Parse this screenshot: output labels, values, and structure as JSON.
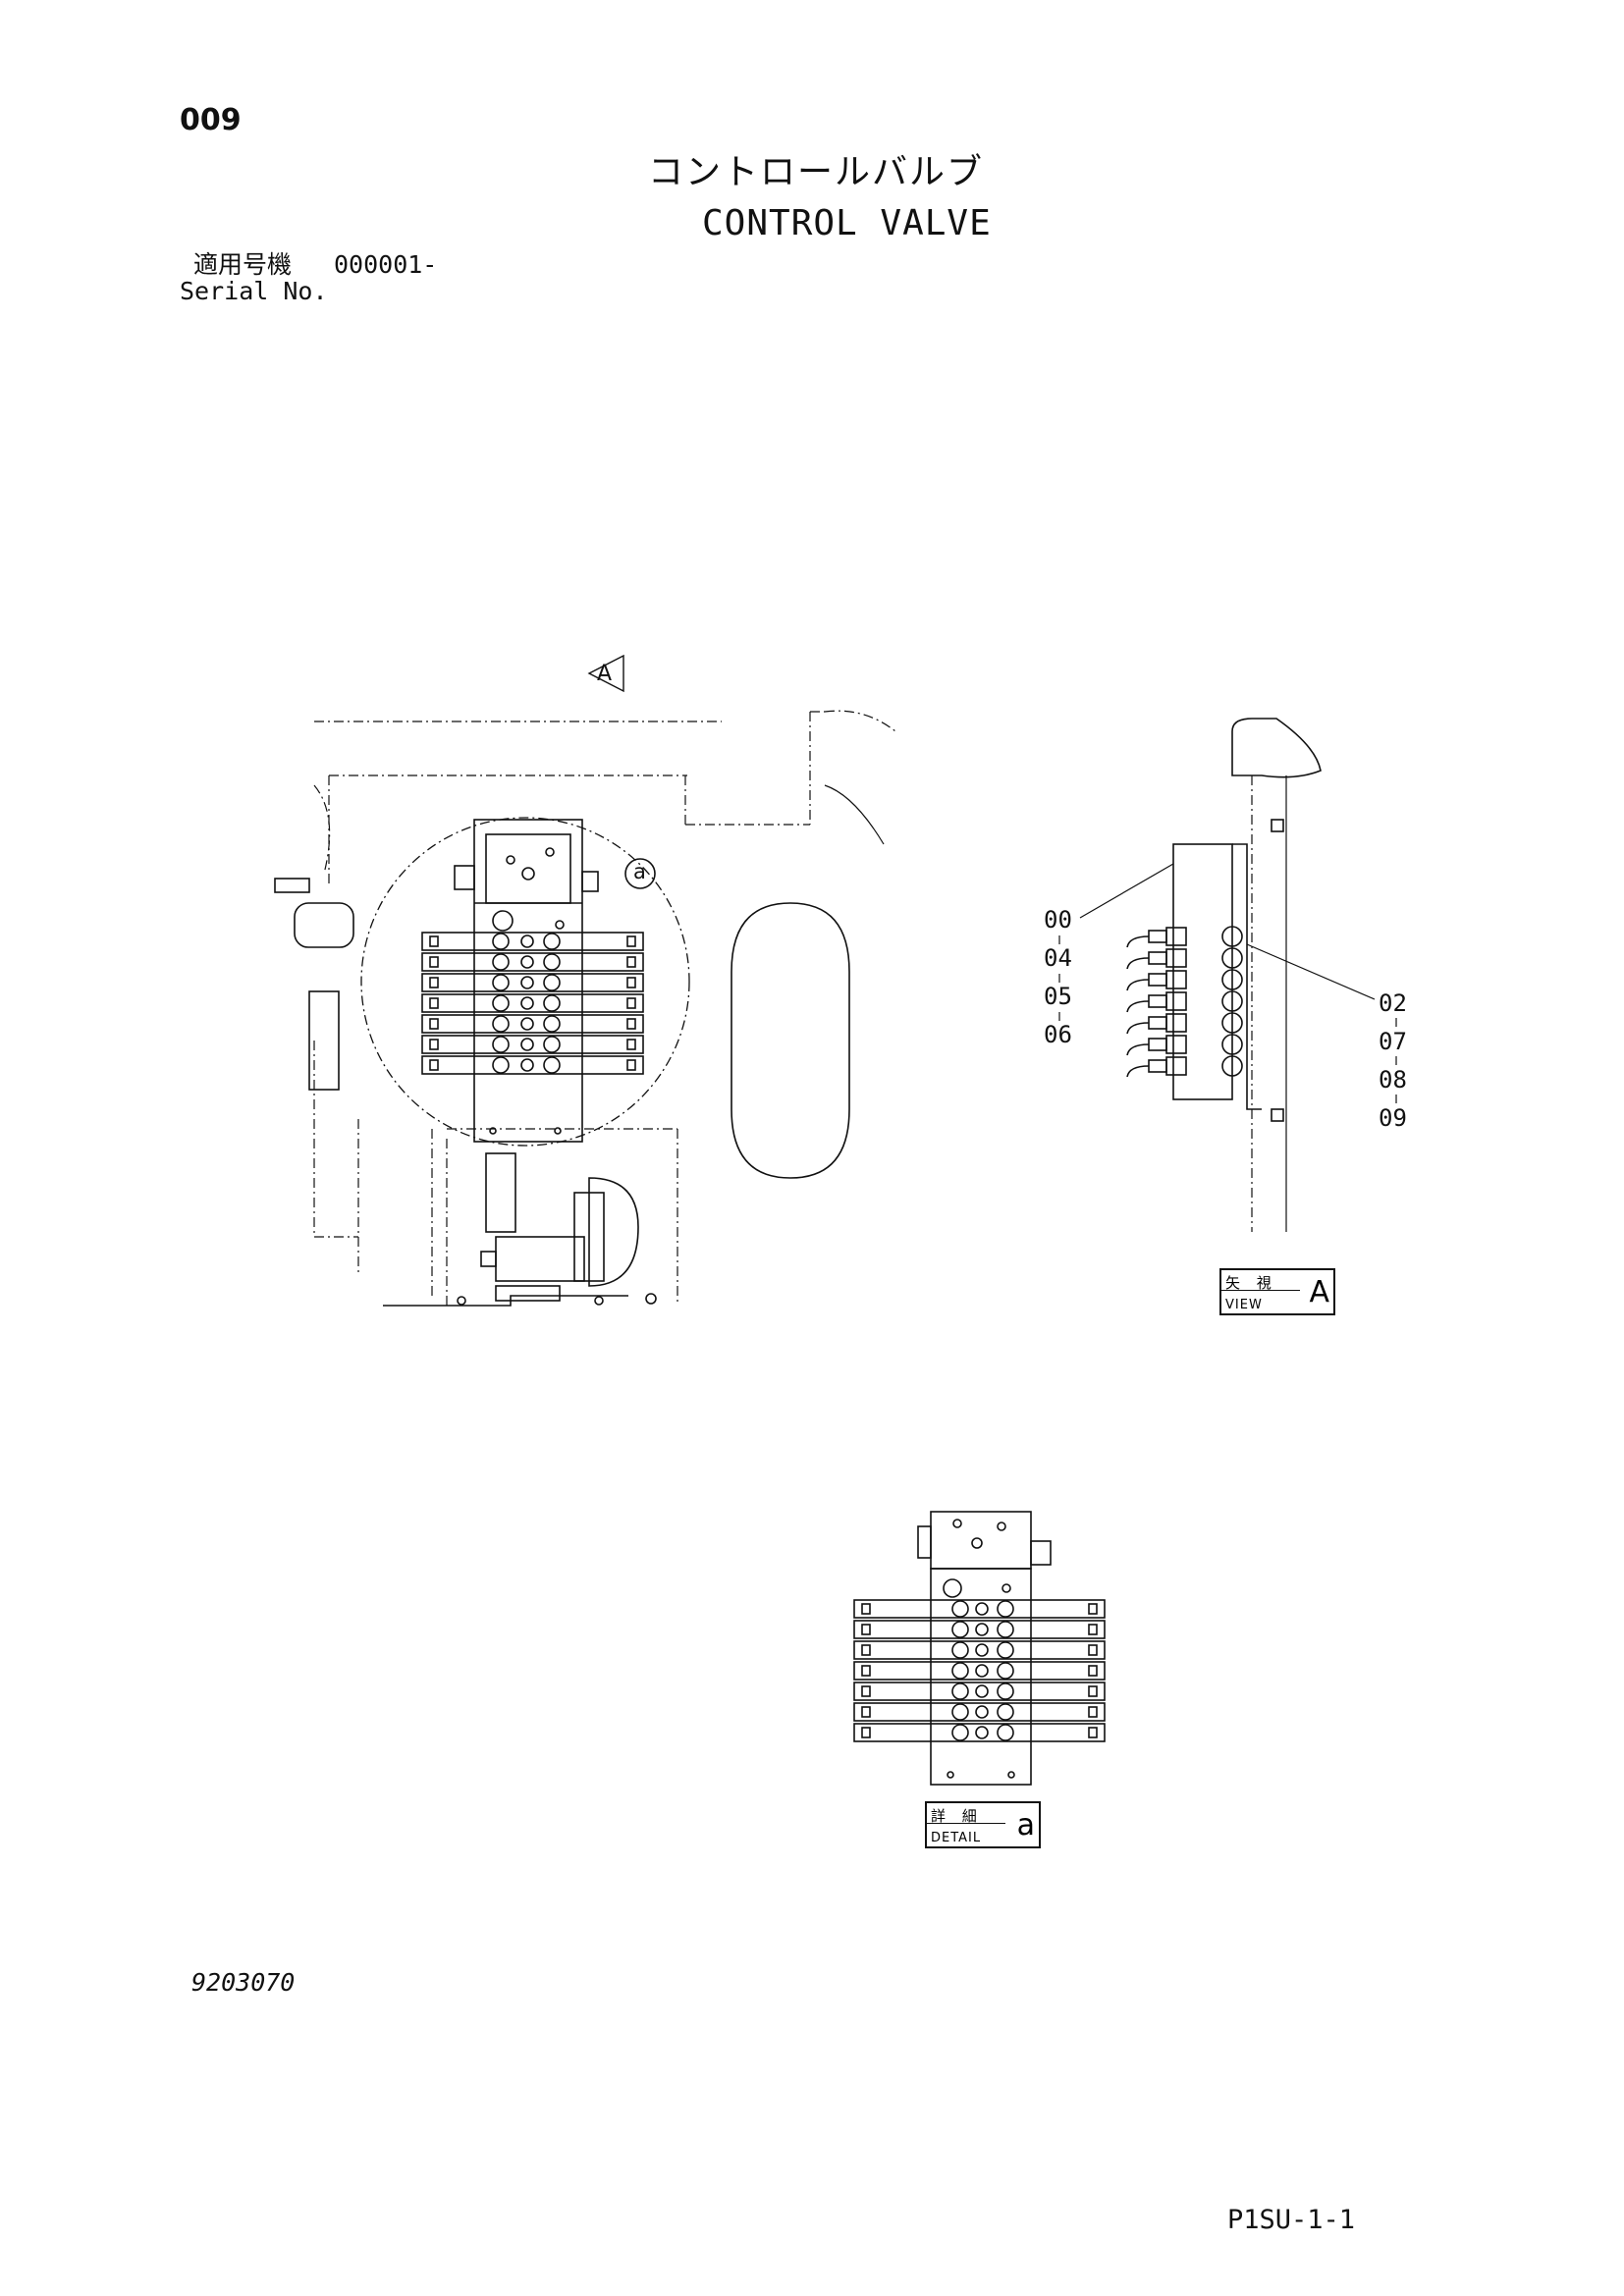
{
  "header": {
    "page_number": "009",
    "title_ja": "コントロールバルブ",
    "title_en": "CONTROL VALVE",
    "serial_label_ja": "適用号機",
    "serial_value": "000001-",
    "serial_label_en": "Serial No."
  },
  "main_view": {
    "arrow_label": "A",
    "detail_callout": "a"
  },
  "view_a": {
    "part_numbers_left": [
      "00",
      "04",
      "05",
      "06"
    ],
    "part_numbers_right": [
      "02",
      "07",
      "08",
      "09"
    ],
    "label_box": {
      "top": "矢 視",
      "bottom": "VIEW",
      "letter": "A"
    }
  },
  "detail_a": {
    "label_box": {
      "top": "詳 細",
      "bottom": "DETAIL",
      "letter": "a"
    }
  },
  "footer": {
    "drawing_number": "9203070",
    "sheet_ref": "P1SU-1-1"
  },
  "colors": {
    "ink": "#111111",
    "paper": "#ffffff"
  }
}
